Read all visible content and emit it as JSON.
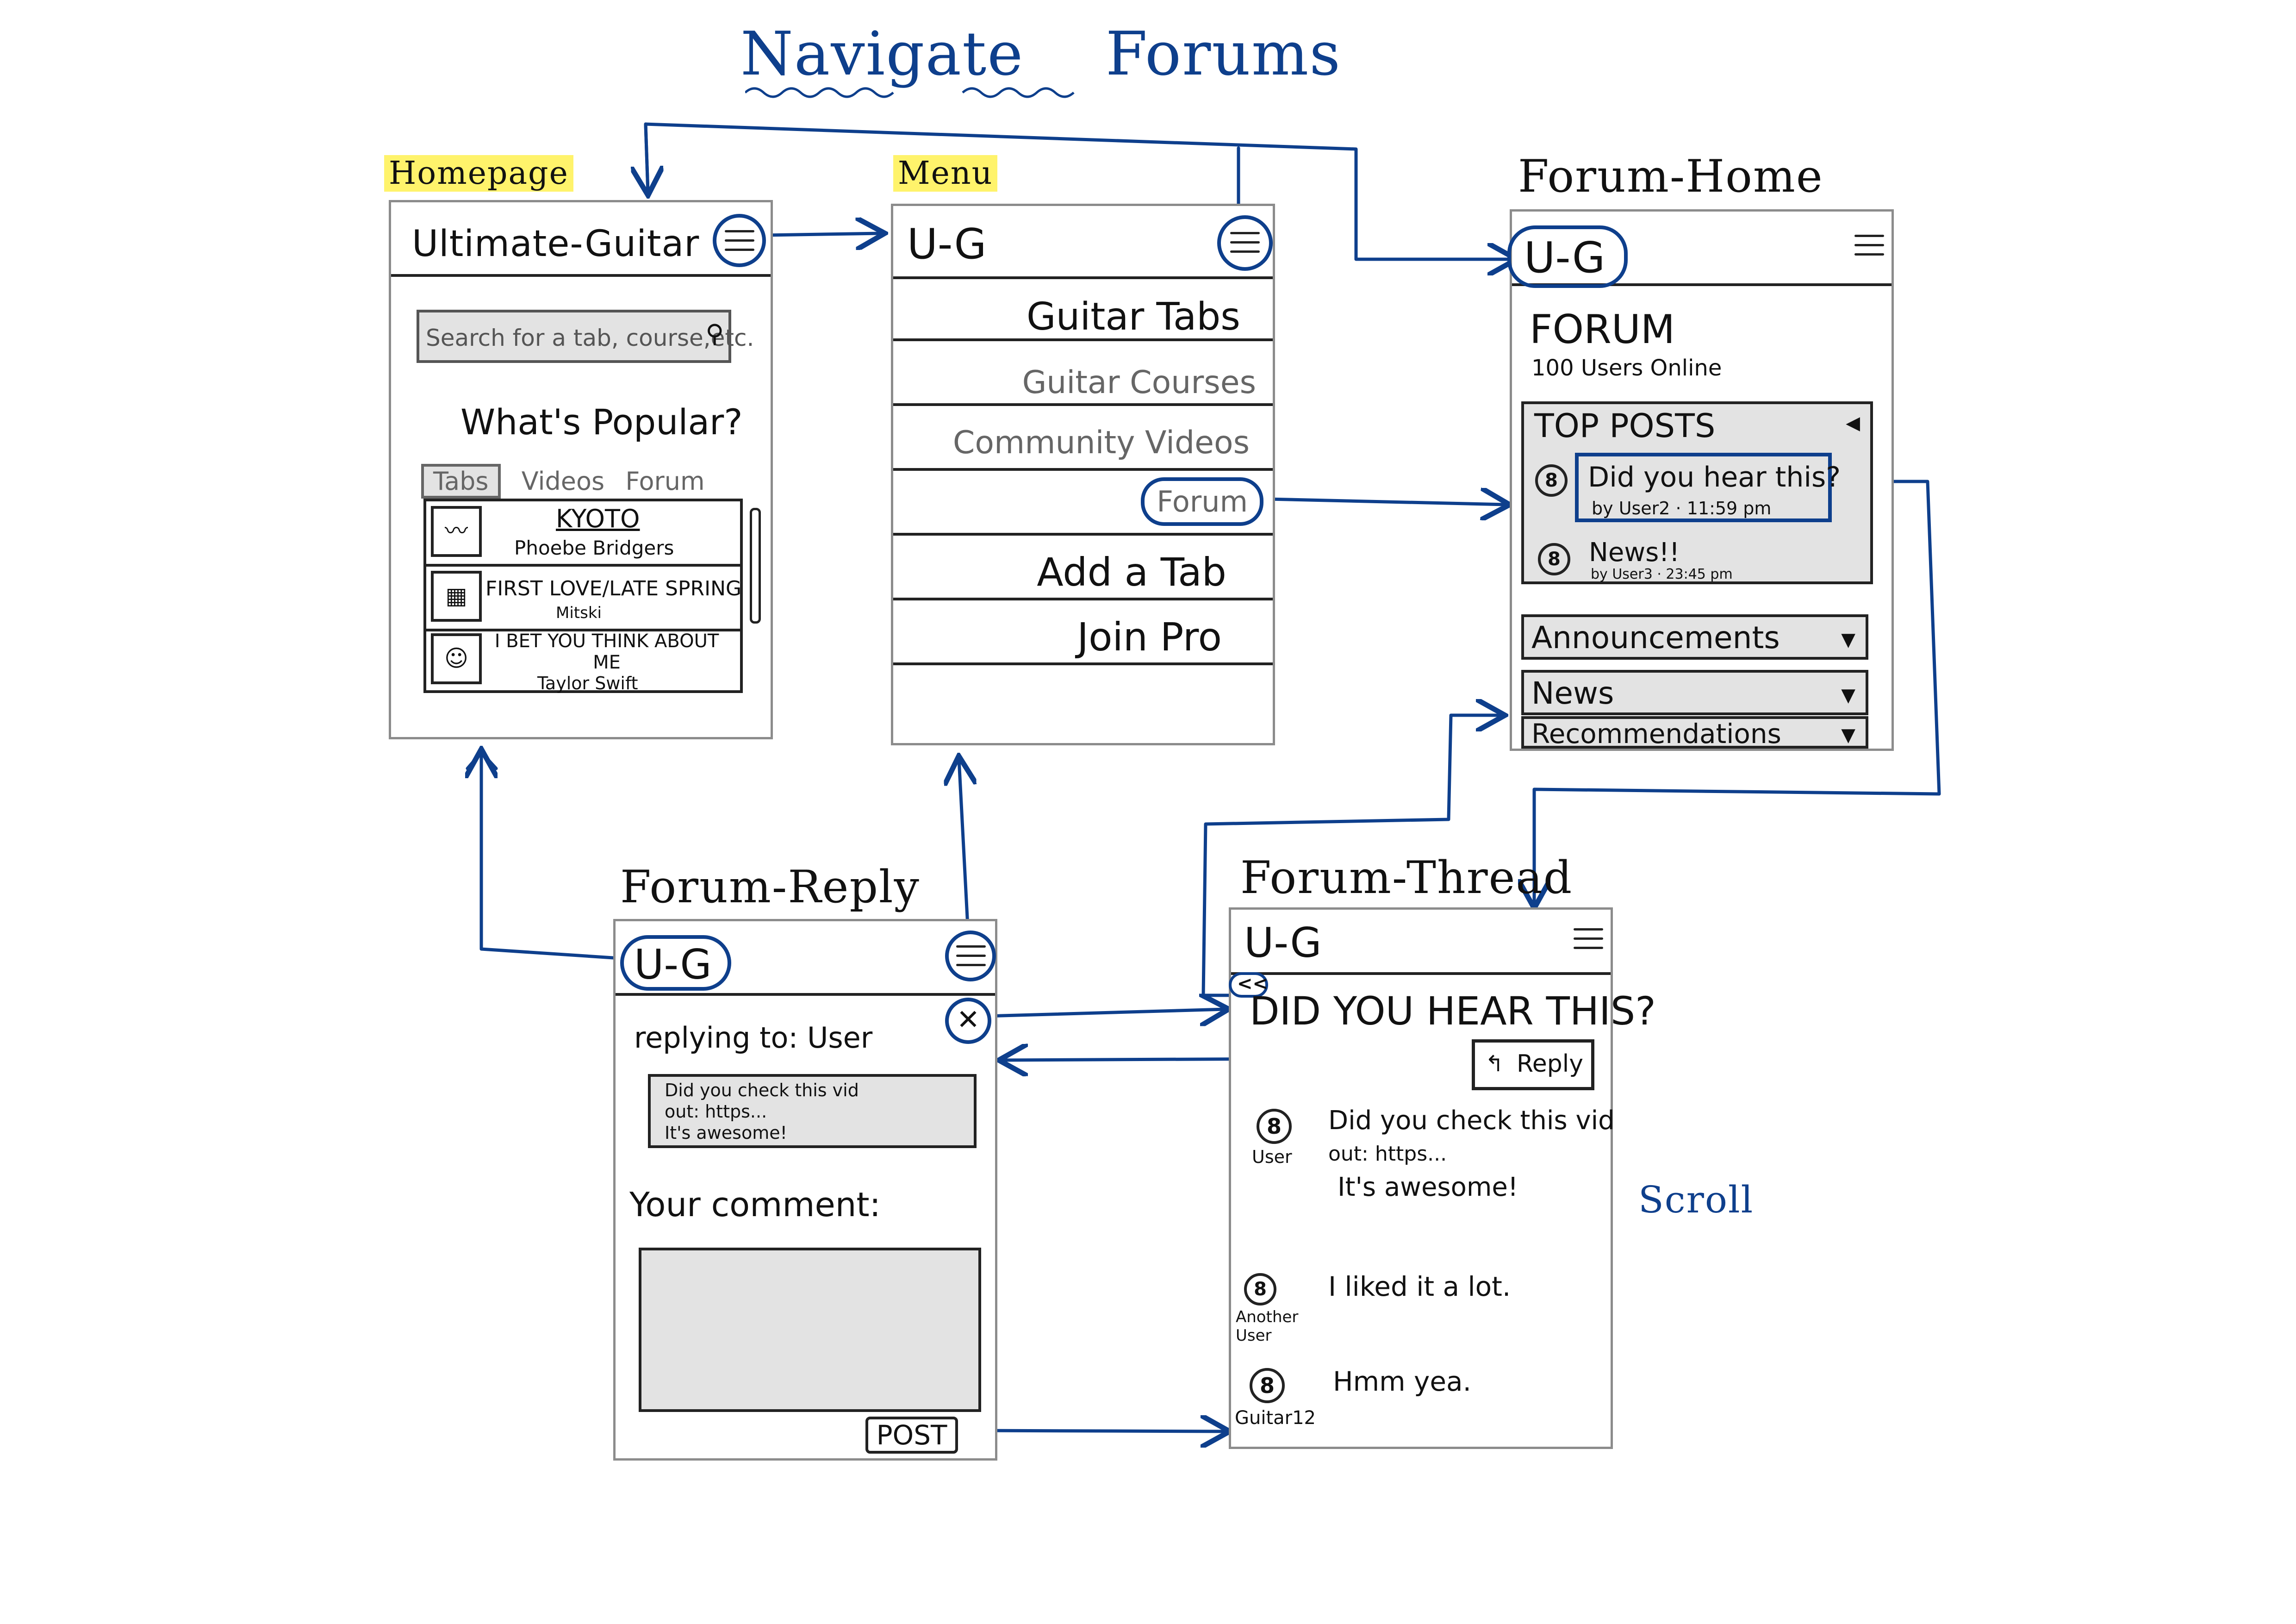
{
  "title": {
    "part1": "Navigate",
    "part2": "Forums"
  },
  "labels": {
    "homepage": "Homepage",
    "menu": "Menu",
    "forum_home": "Forum-Home",
    "forum_reply": "Forum-Reply",
    "forum_thread": "Forum-Thread",
    "scroll": "Scroll"
  },
  "homepage": {
    "app_title": "Ultimate-Guitar",
    "search_placeholder": "Search for a tab, course,etc.",
    "popular_heading": "What's Popular?",
    "tabs": [
      "Tabs",
      "Videos",
      "Forum"
    ],
    "songs": [
      {
        "title": "KYOTO",
        "artist": "Phoebe Bridgers"
      },
      {
        "title": "FIRST LOVE/LATE SPRING",
        "artist": "Mitski"
      },
      {
        "title": "I BET YOU THINK ABOUT ME",
        "artist": "Taylor Swift"
      }
    ]
  },
  "menu": {
    "logo": "U-G",
    "items": [
      "Guitar Tabs",
      "Guitar Courses",
      "Community Videos",
      "Forum",
      "Add a Tab",
      "Join Pro"
    ]
  },
  "forum_home": {
    "logo": "U-G",
    "heading": "FORUM",
    "users_online": "100 Users Online",
    "top_posts_label": "TOP POSTS",
    "posts": [
      {
        "title": "Did you hear this?",
        "meta": "by User2 · 11:59 pm"
      },
      {
        "title": "News!!",
        "meta": "by User3 · 23:45 pm"
      }
    ],
    "sections": [
      "Announcements",
      "News",
      "Recommendations"
    ]
  },
  "forum_thread": {
    "logo": "U-G",
    "back": "<<",
    "title": "DID YOU HEAR THIS?",
    "reply_label": "Reply",
    "comments": [
      {
        "user": "User",
        "text1": "Did you check this vid",
        "text2": "out: https...",
        "text3": "It's awesome!"
      },
      {
        "user": "Another User",
        "text1": "I liked it a lot."
      },
      {
        "user": "Guitar12",
        "text1": "Hmm yea."
      }
    ]
  },
  "forum_reply": {
    "logo": "U-G",
    "replying_to": "replying to: User",
    "quote": [
      "Did you check this vid",
      "out: https...",
      "It's awesome!"
    ],
    "comment_label": "Your comment:",
    "post_label": "POST"
  },
  "colors": {
    "accent": "#0e3f8c",
    "highlight": "#fff36b",
    "panel": "#e3e3e3"
  }
}
